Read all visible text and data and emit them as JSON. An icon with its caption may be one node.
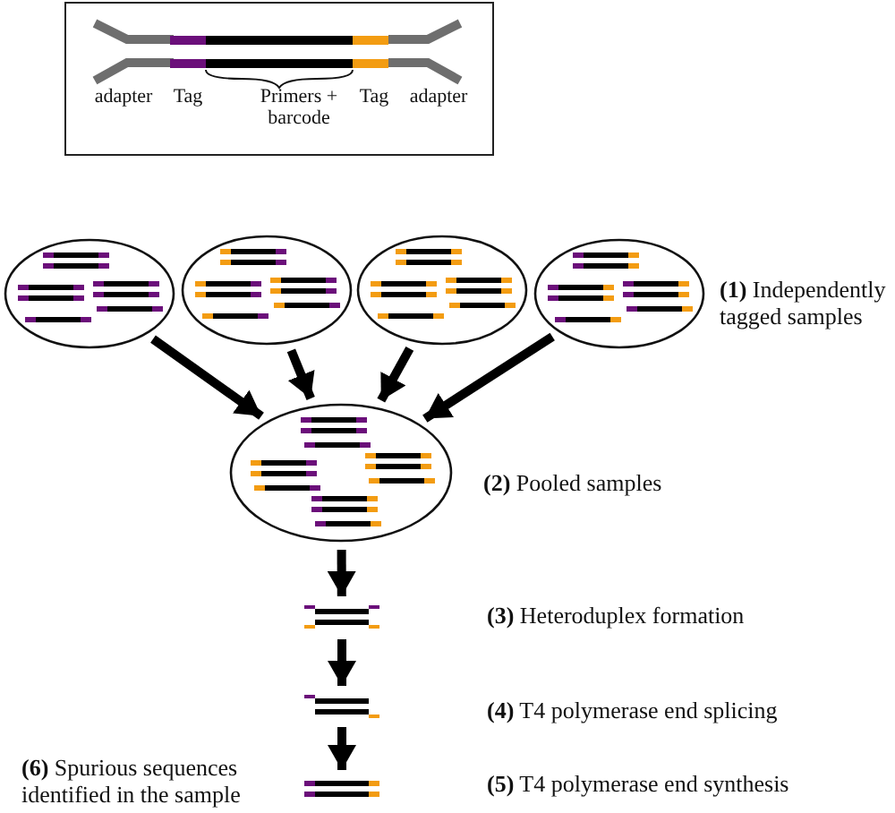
{
  "diagram": {
    "nodes": [
      {
        "text": [
          "adapter",
          "Tag",
          "Primers + barcode",
          "Tag",
          "adapter"
        ]
      },
      {
        "text": [],
        "shape": "ellipse"
      },
      {
        "text": [],
        "shape": "ellipse"
      },
      {
        "text": [],
        "shape": "ellipse"
      },
      {
        "text": [],
        "shape": "ellipse"
      },
      {
        "text": [],
        "shape": "ellipse",
        "beside": [
          "**(2)** Pooled samples"
        ]
      },
      {
        "text": [],
        "shape": "picture"
      },
      {
        "text": [],
        "shape": "picture"
      },
      {
        "text": [],
        "shape": "picture",
        "beside": [
          "**(6)** Spurious sequences identified in the sample"
        ]
      }
    ],
    "edges": [
      {
        "from": 1,
        "to": 5,
        "arrow": "to"
      },
      {
        "from": 2,
        "to": 5,
        "arrow": "to"
      },
      {
        "from": 3,
        "to": 5,
        "arrow": "to"
      },
      {
        "from": 4,
        "to": 5,
        "arrow": "to"
      },
      {
        "from": 5,
        "to": 6,
        "arrow": "to"
      },
      {
        "from": 6,
        "to": 7,
        "arrow": "to"
      },
      {
        "from": 7,
        "to": 8,
        "arrow": "to"
      }
    ],
    "labels": [
      "**(1)** Independently tagged samples",
      "**(3)** Heteroduplex formation",
      "**(4)** T4 polymerase end splicing",
      "**(5)** T4 polymerase end synthesis"
    ]
  }
}
